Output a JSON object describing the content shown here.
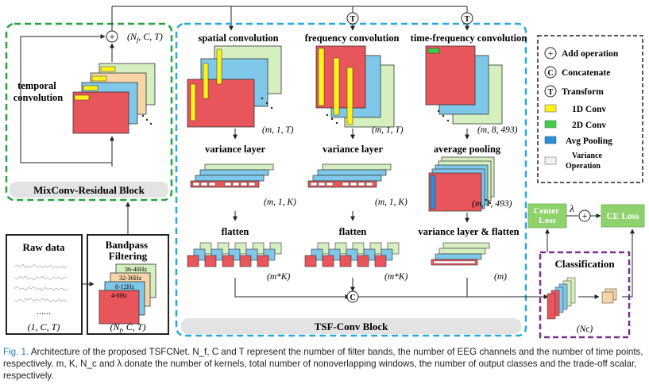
{
  "colors": {
    "mixconv_border": "#21a43a",
    "tsf_border": "#28a8e0",
    "classification_border": "#7a2e8e",
    "conv1d": "#fff21a",
    "conv2d": "#3ecf4a",
    "avg_pooling": "#2a8fd6",
    "red_map": "#e8555a",
    "blue_map": "#7fc8ea",
    "green_map": "#d6efc0",
    "orange_map": "#f7d5a8",
    "loss_box": "#8fd26b"
  },
  "mixconv": {
    "title": "MixConv-Residual Block",
    "temporal_label": "temporal\nconvolution",
    "output_dims": "(N_f, C, T)"
  },
  "raw_data": {
    "title": "Raw data",
    "dots": "......",
    "dims": "(1, C, T)"
  },
  "bandpass": {
    "title": "Bandpass\nFiltering",
    "bands": [
      "36-40Hz",
      "32-36Hz",
      "8-12Hz",
      "4-8Hz"
    ],
    "dims": "(N_f, C, T)"
  },
  "tsf": {
    "title": "TSF-Conv Block",
    "columns": [
      {
        "conv_title": "spatial convolution",
        "conv_dims": "(m, 1, T)",
        "layer2_title": "variance layer",
        "layer2_dims": "(m, 1, K)",
        "layer3_title": "flatten",
        "layer3_dims": "(m*K)"
      },
      {
        "conv_title": "frequency convolution",
        "conv_dims": "(m, 1, T)",
        "layer2_title": "variance layer",
        "layer2_dims": "(m, 1, K)",
        "layer3_title": "flatten",
        "layer3_dims": "(m*K)"
      },
      {
        "conv_title": "time-frequency convolution",
        "conv_dims": "(m, 8, 493)",
        "layer2_title": "average pooling",
        "layer2_dims": "(m, 1, 493)",
        "layer3_title": "variance layer & flatten",
        "layer3_dims": "(m)"
      }
    ]
  },
  "legend": {
    "items": [
      {
        "symbol": "+",
        "label": "Add operation",
        "color": "#ffffff"
      },
      {
        "symbol": "C",
        "label": "Concatenate",
        "color": "#ffffff"
      },
      {
        "symbol": "T",
        "label": "Transform",
        "color": "#ffffff"
      },
      {
        "symbol": "",
        "label": "1D Conv",
        "color": "#fff21a"
      },
      {
        "symbol": "",
        "label": "2D Conv",
        "color": "#3ecf4a"
      },
      {
        "symbol": "",
        "label": "Avg Pooling",
        "color": "#2a8fd6"
      },
      {
        "symbol": "",
        "label": "Variance\nOperation",
        "color": "#f2f2f2"
      }
    ]
  },
  "losses": {
    "center": "Center\nLoss",
    "lambda": "λ",
    "ce": "CE Loss"
  },
  "classification": {
    "title": "Classification",
    "dims": "(Nc)"
  },
  "symbols": {
    "add": "+",
    "concat": "C",
    "transform": "T"
  },
  "caption": {
    "label": "Fig. 1.",
    "text": "Architecture of the proposed TSFCNet. N_f, C and T represent the number of filter bands, the number of EEG channels and the number of time points, respectively. m, K, N_c and λ donate the number of kernels, total number of nonoverlapping windows, the number of output classes and the trade-off scalar, respectively."
  }
}
